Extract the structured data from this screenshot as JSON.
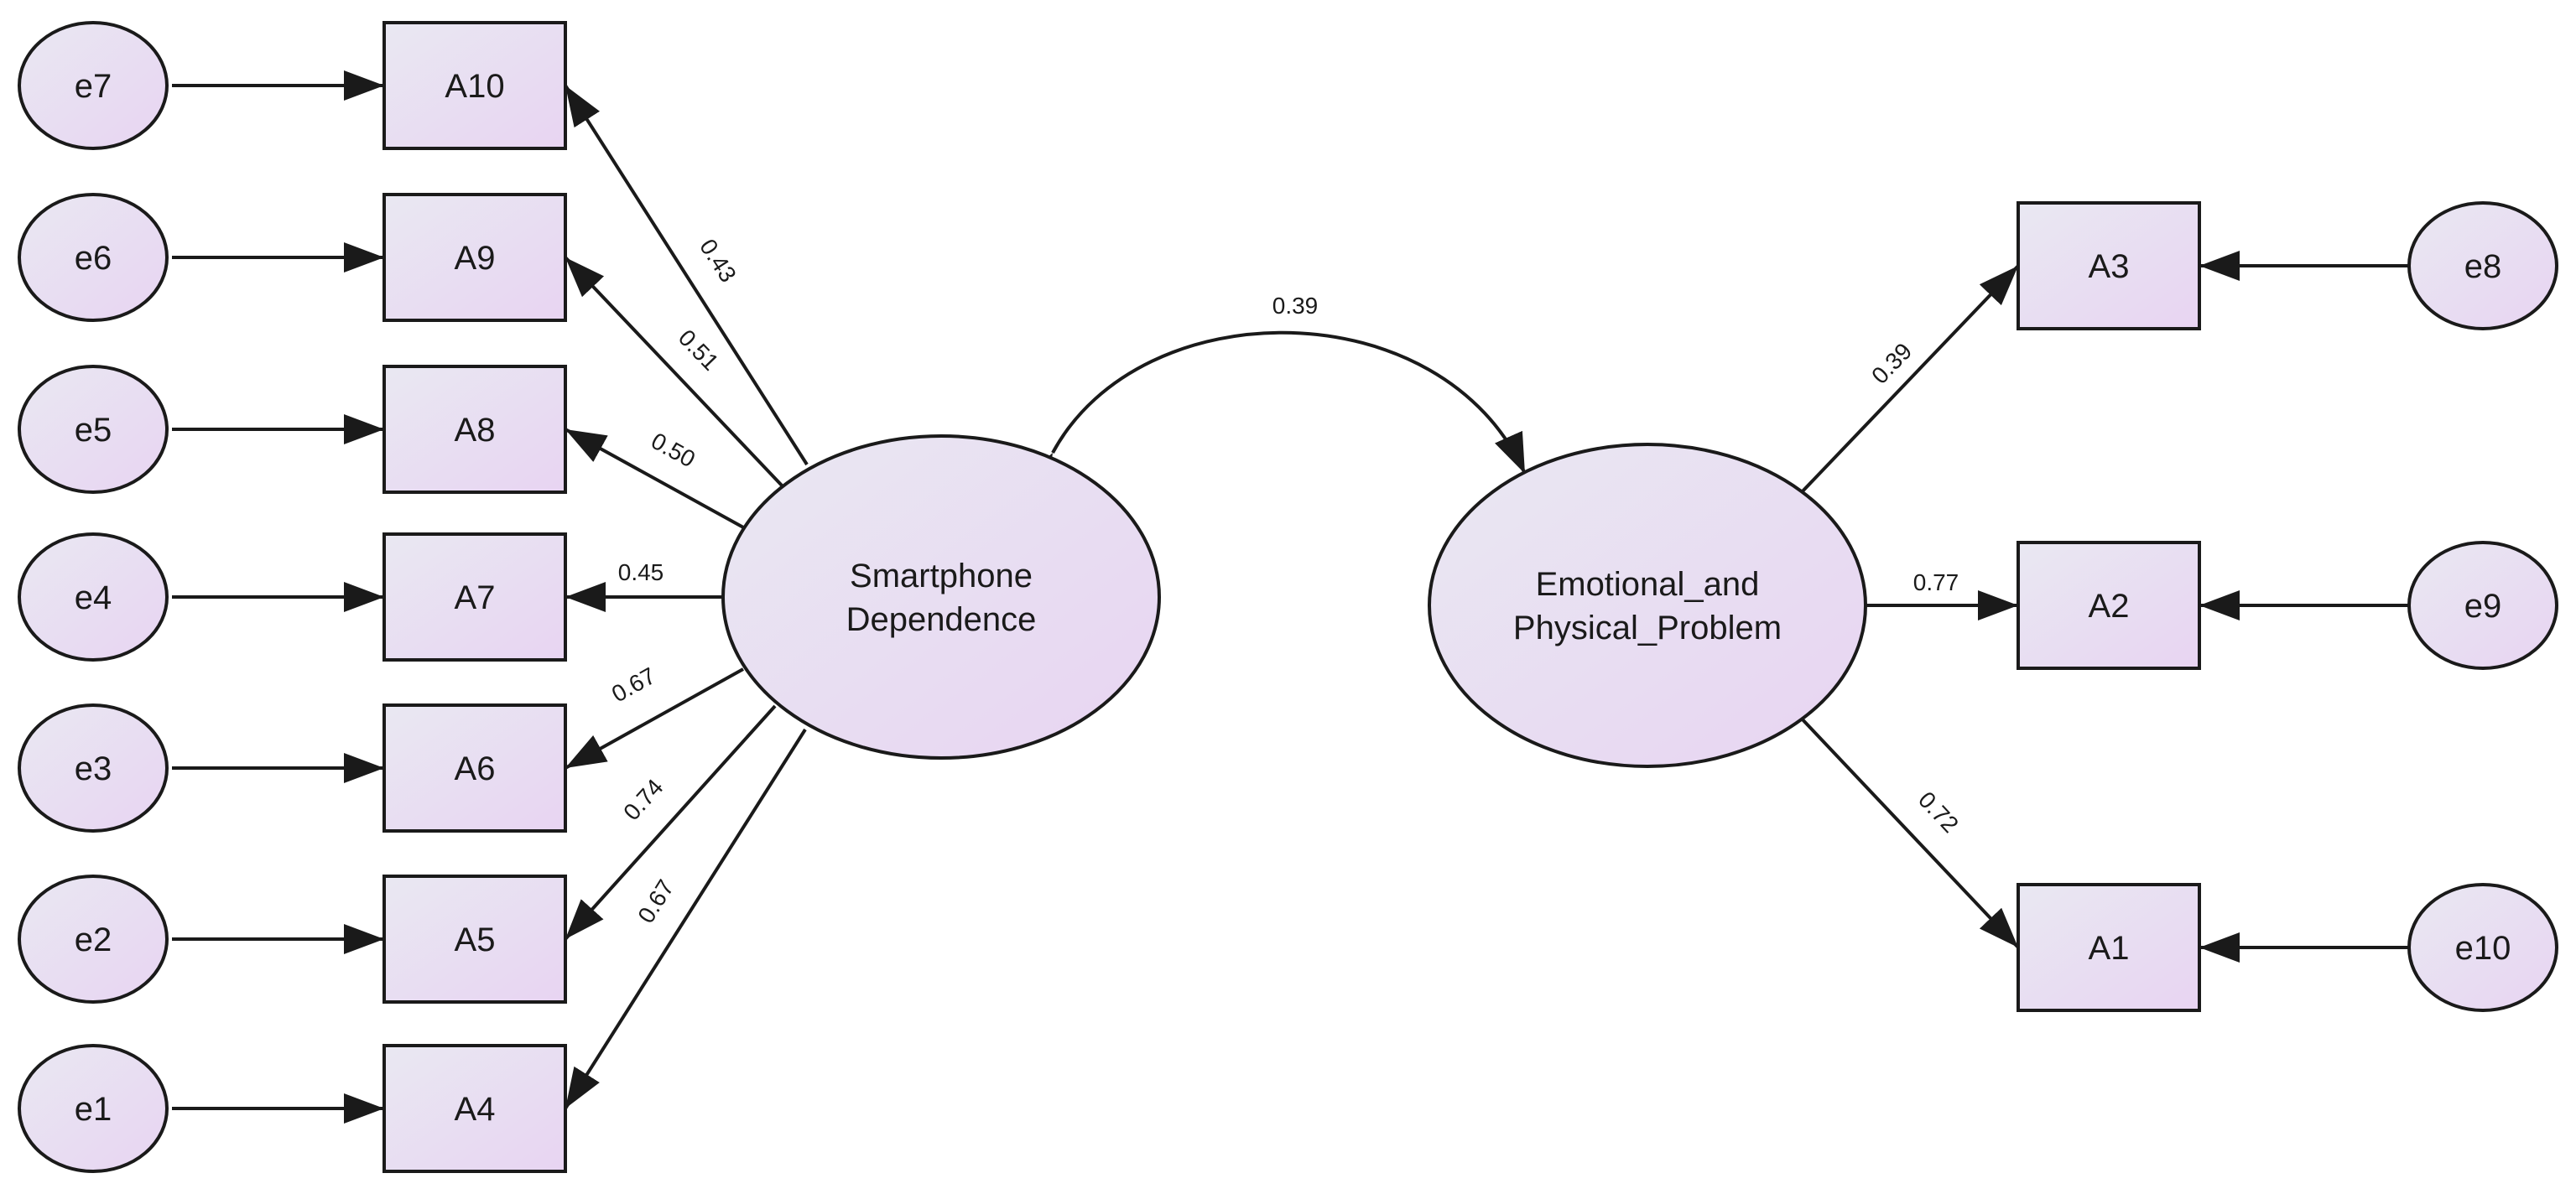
{
  "colors": {
    "node_fill_start": "#e9e8f2",
    "node_fill_end": "#e8d4f2",
    "stroke": "#1a1a1a",
    "background": "#ffffff"
  },
  "latents": {
    "smartphone": {
      "line1": "Smartphone",
      "line2": "Dependence"
    },
    "emotional": {
      "line1": "Emotional_and",
      "line2": "Physical_Problem"
    }
  },
  "indicators": {
    "A10": "A10",
    "A9": "A9",
    "A8": "A8",
    "A7": "A7",
    "A6": "A6",
    "A5": "A5",
    "A4": "A4",
    "A3": "A3",
    "A2": "A2",
    "A1": "A1"
  },
  "errors": {
    "e7": "e7",
    "e6": "e6",
    "e5": "e5",
    "e4": "e4",
    "e3": "e3",
    "e2": "e2",
    "e1": "e1",
    "e8": "e8",
    "e9": "e9",
    "e10": "e10"
  },
  "loadings": {
    "A10": "0.43",
    "A9": "0.51",
    "A8": "0.50",
    "A7": "0.45",
    "A6": "0.67",
    "A5": "0.74",
    "A4": "0.67",
    "A3": "0.39",
    "A2": "0.77",
    "A1": "0.72"
  },
  "covariance": "0.39"
}
